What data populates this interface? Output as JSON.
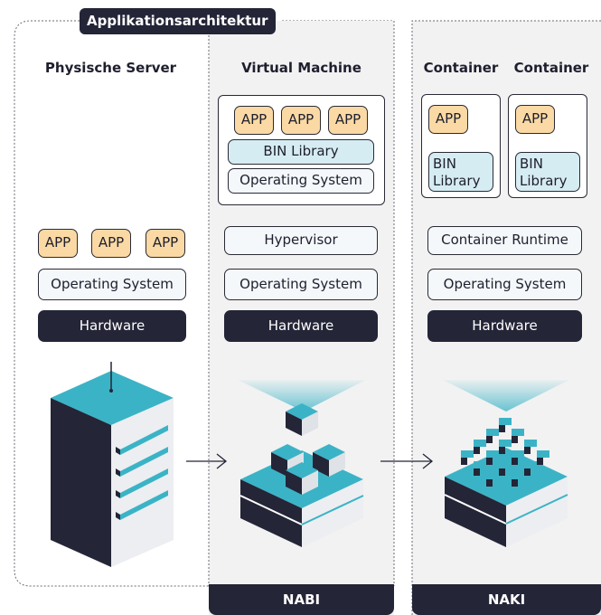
{
  "header": {
    "title": "Applikationsarchitektur"
  },
  "columns": {
    "physical": {
      "title": "Physische Server",
      "apps": [
        "APP",
        "APP",
        "APP"
      ],
      "os": "Operating System",
      "hardware": "Hardware"
    },
    "vm": {
      "title": "Virtual Machine",
      "apps": [
        "APP",
        "APP",
        "APP"
      ],
      "bin": "BIN Library",
      "guest_os": "Operating System",
      "hypervisor": "Hypervisor",
      "os": "Operating System",
      "hardware": "Hardware",
      "footer": "NABI"
    },
    "container": {
      "title_1": "Container",
      "title_2": "Container",
      "app_1": "APP",
      "app_2": "APP",
      "bin_1": "BIN Library",
      "bin_2": "BIN Library",
      "runtime": "Container Runtime",
      "os": "Operating System",
      "hardware": "Hardware",
      "footer": "NAKI"
    }
  },
  "colors": {
    "navy": "#242537",
    "app_fill": "#fbd9a4",
    "lib_fill": "#d6ecf3",
    "teal": "#3bb3c6",
    "panel": "#f2f2f2"
  },
  "icons": [
    "server-icon",
    "arrow-right-icon",
    "cube-stack-icon"
  ]
}
